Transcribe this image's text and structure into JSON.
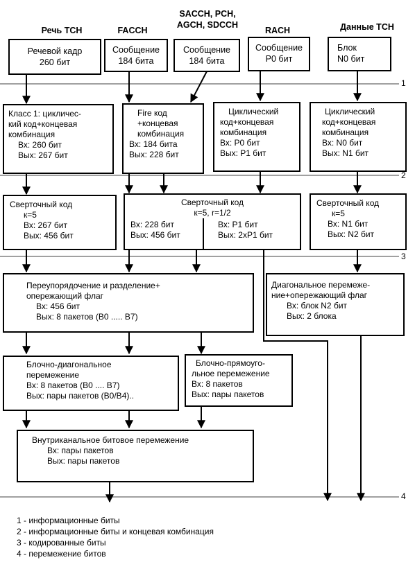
{
  "columns": {
    "speech": "Речь ТСН",
    "facch": "FACCH",
    "sacch": [
      "SACCH, PCH,",
      "AGCH, SDCCH"
    ],
    "rach": "RACH",
    "data": "Данные ТСН"
  },
  "row1": {
    "speech": [
      "Речевой кадр",
      "260 бит"
    ],
    "facch": [
      "Сообщение",
      "184 бита"
    ],
    "sacch": [
      "Сообщение",
      "184 бита"
    ],
    "rach": [
      "Сообщение",
      "P0 бит"
    ],
    "data": [
      "Блок",
      "N0 бит"
    ]
  },
  "row2": {
    "speech": [
      "Класс 1: цикличес-",
      "кий код+концевая",
      "комбинация",
      "Вх: 260 бит",
      "Вых: 267 бит"
    ],
    "facch": [
      "Fire код",
      "+концевая",
      "комбинация",
      "Вх: 184 бита",
      "Вых: 228 бит"
    ],
    "rach": [
      "Циклический",
      "код+концевая",
      "комбинация",
      "Вх: P0 бит",
      "Вых: P1 бит"
    ],
    "data": [
      "Циклический",
      "код+концевая",
      "комбинация",
      "Вх: N0 бит",
      "Вых: N1 бит"
    ]
  },
  "row3": {
    "speech": [
      "Сверточный код",
      "к=5",
      "Вх: 267 бит",
      "Вых: 456 бит"
    ],
    "mid_title": [
      "Сверточный код",
      "к=5,  r=1/2"
    ],
    "mid_left": [
      "Вх: 228 бит",
      "Вых: 456 бит"
    ],
    "mid_right": [
      "Вх: P1 бит",
      "Вых: 2xP1 бит"
    ],
    "data": [
      "Сверточный код",
      "к=5",
      "Вх: N1 бит",
      "Вых: N2 бит"
    ]
  },
  "row4": {
    "reorder": [
      "Переупорядочение и разделение+",
      "опережающий флаг",
      "Вх: 456 бит",
      "Вых: 8 пакетов (B0 ..... B7)"
    ],
    "diag": [
      "Диагональное перемеже-",
      "ние+опережающий флаг",
      "Вх: блок N2 бит",
      "Вых: 2 блока"
    ]
  },
  "row5": {
    "block_diag": [
      "Блочно-диагональное",
      "перемежение",
      "Вх: 8 пакетов (B0 .... B7)",
      "Вых: пары пакетов (B0/B4).."
    ],
    "block_rect": [
      "Блочно-прямоуго-",
      "льное перемежение",
      "Вх: 8 пакетов",
      "Вых: пары пакетов"
    ]
  },
  "row6": {
    "intra": [
      "Внутриканальное битовое перемежение",
      "Вх: пары пакетов",
      "Вых: пары пакетов"
    ]
  },
  "levels": [
    "1",
    "2",
    "3",
    "4"
  ],
  "legend": [
    "1 - информационные биты",
    "2 - информационные биты и концевая комбинация",
    "3 - кодированные биты",
    "4 - перемежение битов"
  ]
}
